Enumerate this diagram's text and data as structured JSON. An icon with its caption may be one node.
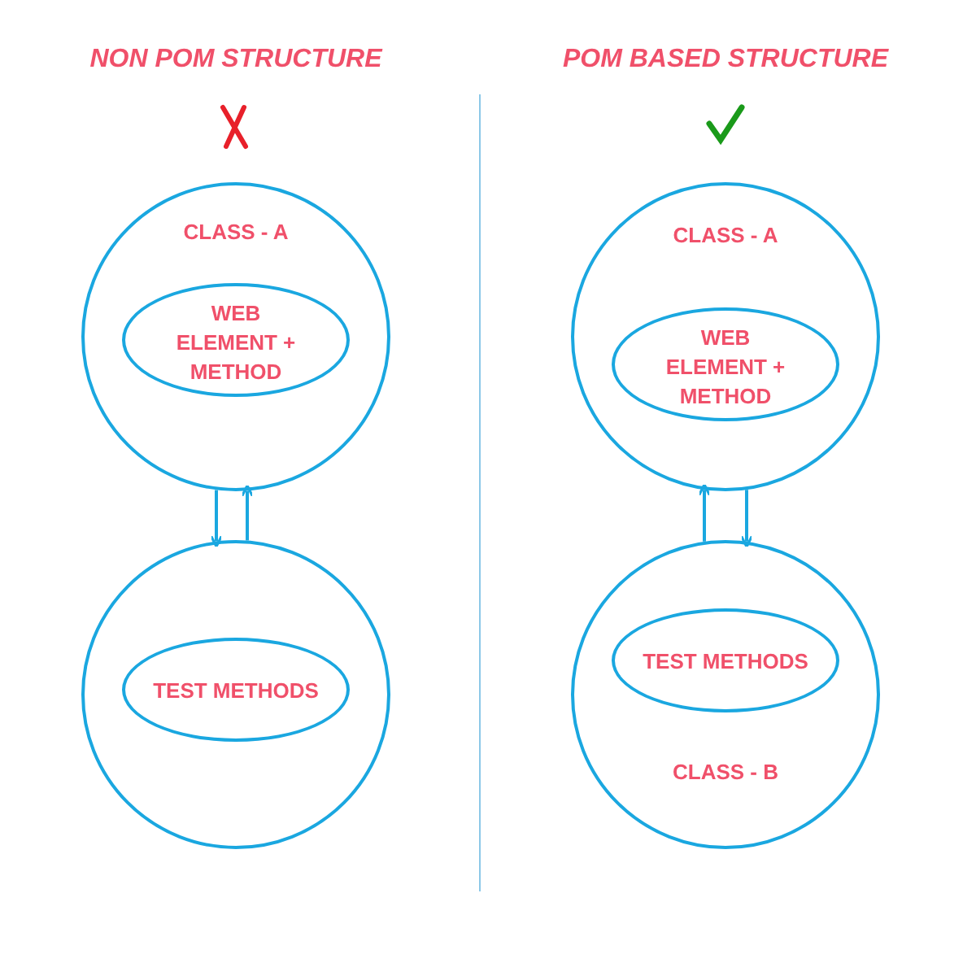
{
  "diagram": {
    "nodes": [
      {
        "text": [
          "CLASS - A"
        ]
      },
      {
        "text": [
          "WEB ELEMENT + METHOD"
        ],
        "in": 0
      },
      {
        "text": [],
        "shape": "circle"
      },
      {
        "text": [
          "TEST METHODS"
        ],
        "in": 2
      },
      {
        "text": [
          "CLASS - A"
        ]
      },
      {
        "text": [
          "WEB ELEMENT + METHOD"
        ],
        "in": 4
      },
      {
        "text": [
          "CLASS - B"
        ]
      },
      {
        "text": [
          "TEST METHODS"
        ],
        "in": 6
      }
    ],
    "edges": [
      {
        "from": 0,
        "to": 2,
        "arrow": "to"
      },
      {
        "from": 2,
        "to": 0,
        "arrow": "to"
      },
      {
        "from": 6,
        "to": 4,
        "arrow": "to"
      },
      {
        "from": 4,
        "to": 6,
        "arrow": "to"
      }
    ],
    "labels": [
      "NON POM STRUCTURE",
      "POM BASED STRUCTURE"
    ]
  }
}
